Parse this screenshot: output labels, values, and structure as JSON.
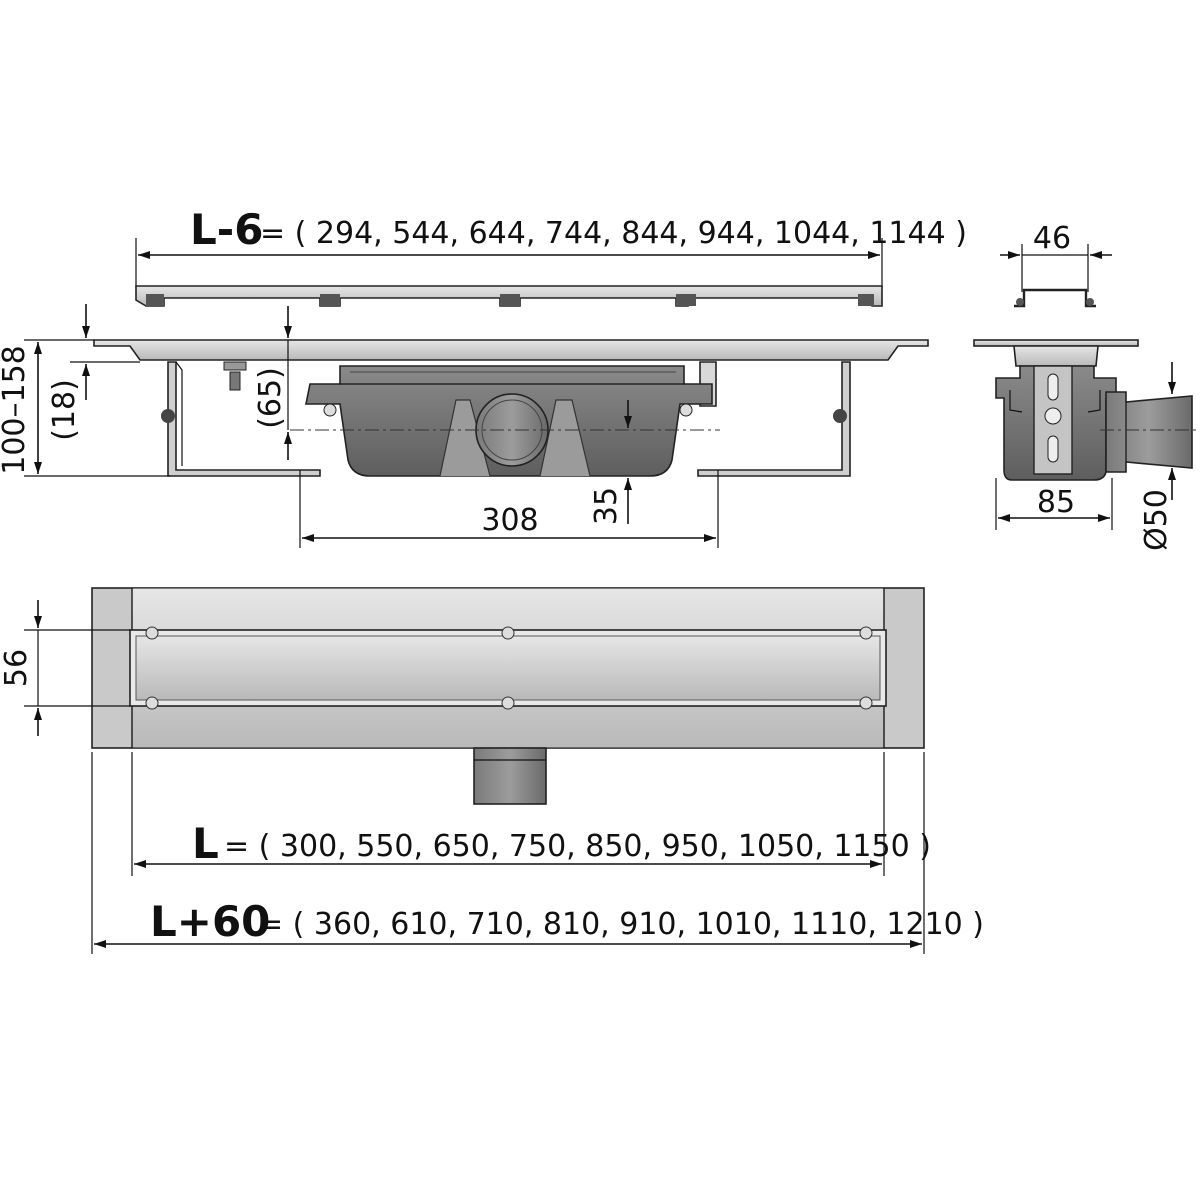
{
  "top_view": {
    "grate_length_label": "L-6",
    "grate_length_values": "= ( 294, 544, 644, 744, 844, 944, 1044, 1144 )",
    "height_range": "100–158",
    "frame_height": "(18)",
    "outlet_height": "(65)",
    "body_width": "308",
    "outlet_offset": "35"
  },
  "side_view": {
    "bracket_width": "46",
    "body_depth": "85",
    "outlet_diameter": "Ø50"
  },
  "plan_view": {
    "channel_width": "56",
    "length_label": "L",
    "length_values": "= ( 300, 550, 650, 750, 850, 950, 1050, 1150 )",
    "total_length_label": "L+60",
    "total_length_values": "= ( 360, 610, 710, 810, 910, 1010, 1110, 1210 )"
  },
  "colors": {
    "line": "#111111",
    "body_dark": "#6e6e6e",
    "body_mid": "#9a9a9a",
    "steel_light": "#d4d4d4",
    "steel_mid": "#bdbdbd",
    "frame": "#c9c9c9"
  }
}
